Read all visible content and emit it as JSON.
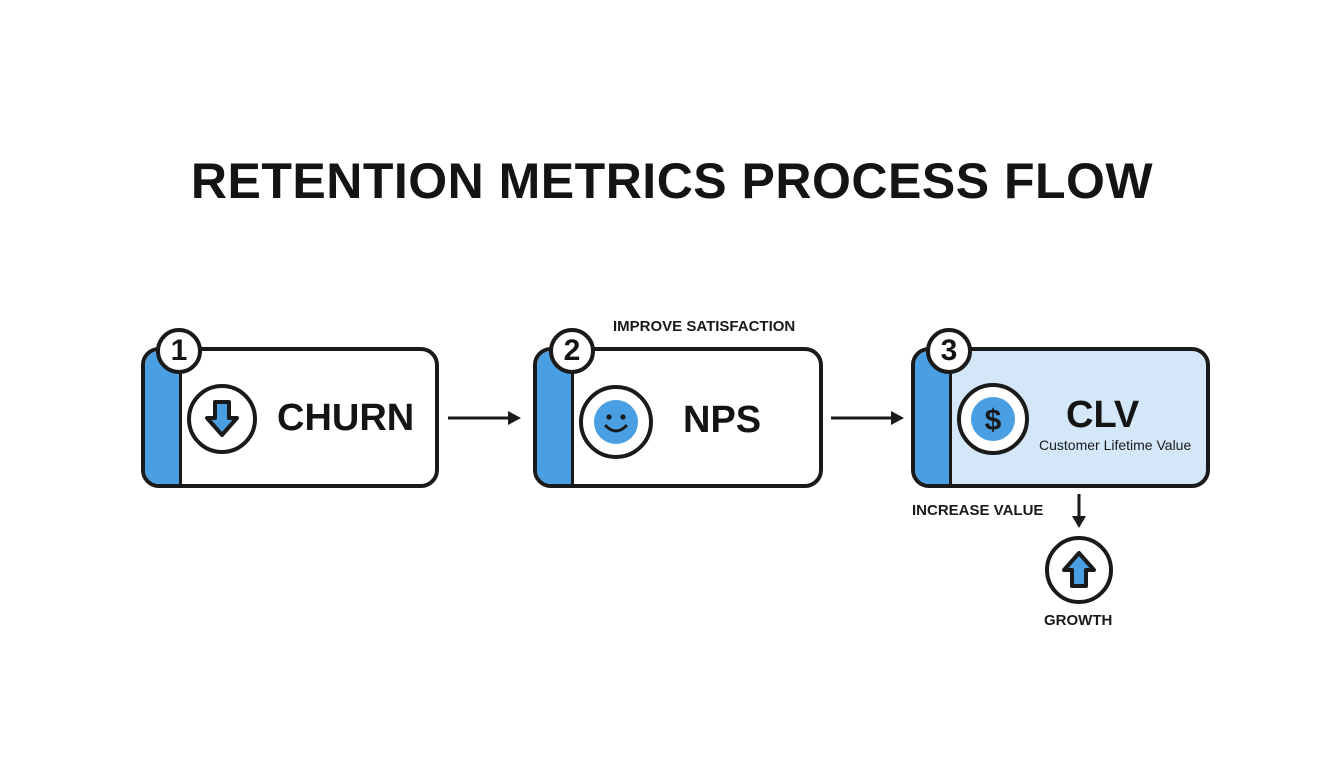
{
  "title": "RETENTION METRICS PROCESS FLOW",
  "colors": {
    "accent": "#4a9ee2",
    "highlight_fill": "#d3e7f8",
    "outline": "#1a1a1a",
    "background": "#ffffff"
  },
  "steps": [
    {
      "number": "1",
      "label": "CHURN",
      "icon": "down-arrow-icon"
    },
    {
      "number": "2",
      "label": "NPS",
      "icon": "smiley-face-icon",
      "caption_above": "IMPROVE SATISFACTION"
    },
    {
      "number": "3",
      "label": "CLV",
      "sublabel": "Customer Lifetime Value",
      "icon": "dollar-icon"
    }
  ],
  "branch": {
    "label": "INCREASE VALUE",
    "icon": "up-arrow-icon",
    "result_label": "GROWTH"
  }
}
